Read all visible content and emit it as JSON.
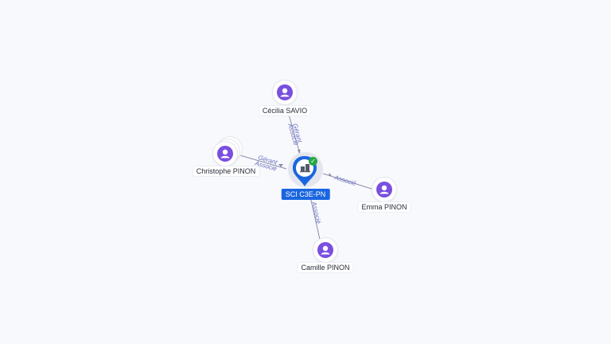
{
  "center": {
    "label": "SCI C3E-PN",
    "icon": "building-icon",
    "badge_icon": "check-icon",
    "color": "#1a66e0",
    "badge_color": "#27a844"
  },
  "persons": [
    {
      "id": "cecilia",
      "name": "Cécilia SAVIO",
      "icon": "person-icon"
    },
    {
      "id": "christophe",
      "name": "Christophe PINON",
      "icon": "person-icon"
    },
    {
      "id": "emma",
      "name": "Emma PINON",
      "icon": "person-icon"
    },
    {
      "id": "camille",
      "name": "Camille PINON",
      "icon": "person-icon"
    }
  ],
  "edges": [
    {
      "person": "cecilia",
      "labels": [
        "Gérant",
        "Associé"
      ]
    },
    {
      "person": "christophe",
      "labels": [
        "Gérant",
        "Associé"
      ]
    },
    {
      "person": "emma",
      "labels": [
        "Associé"
      ]
    },
    {
      "person": "camille",
      "labels": [
        "Associé"
      ]
    }
  ],
  "colors": {
    "person_accent": "#7a4fe0",
    "edge": "#8a8fa8",
    "edge_label": "#6a6fc0"
  }
}
